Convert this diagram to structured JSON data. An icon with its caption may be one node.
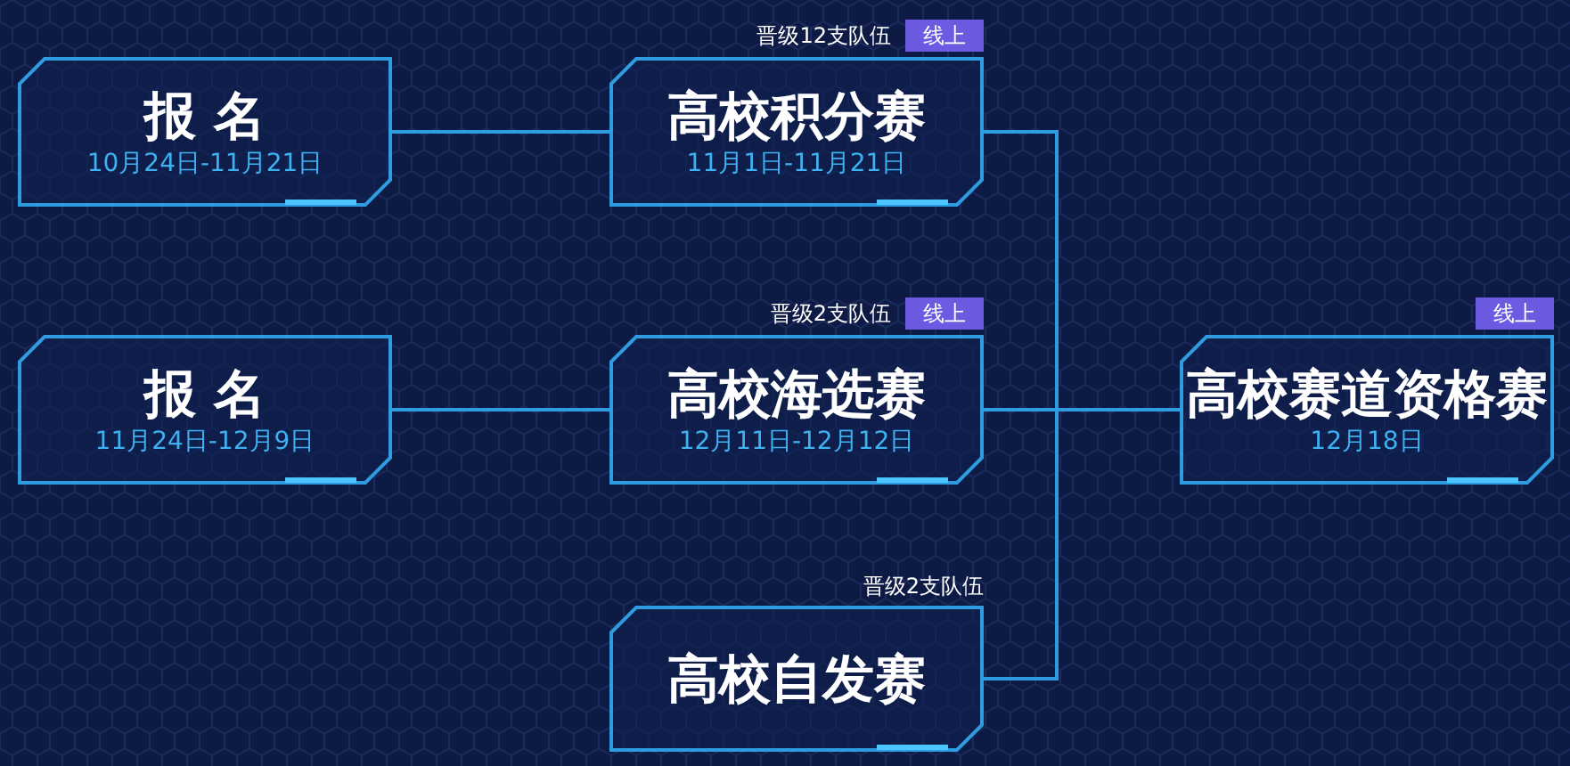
{
  "diagram": {
    "nodes": [
      {
        "text": [
          "报 名",
          "10月24日-11月21日"
        ]
      },
      {
        "text": [
          "高校积分赛",
          "11月1日-11月21日"
        ],
        "beside": [
          "晋级12支队伍",
          "线上"
        ]
      },
      {
        "text": [
          "报 名",
          "11月24日-12月9日"
        ]
      },
      {
        "text": [
          "高校海选赛",
          "12月11日-12月12日"
        ],
        "beside": [
          "晋级2支队伍",
          "线上"
        ]
      },
      {
        "text": [
          "高校自发赛"
        ],
        "beside": [
          "晋级2支队伍"
        ]
      },
      {
        "text": [
          "高校赛道资格赛",
          "12月18日"
        ],
        "beside": [
          "线上"
        ]
      }
    ],
    "edges": [
      {
        "from": 0,
        "to": 1,
        "arrow": "none"
      },
      {
        "from": 2,
        "to": 3,
        "arrow": "none"
      },
      {
        "from": 1,
        "to": 5,
        "arrow": "none"
      },
      {
        "from": 3,
        "to": 5,
        "arrow": "none"
      },
      {
        "from": 4,
        "to": 5,
        "arrow": "none"
      }
    ]
  }
}
